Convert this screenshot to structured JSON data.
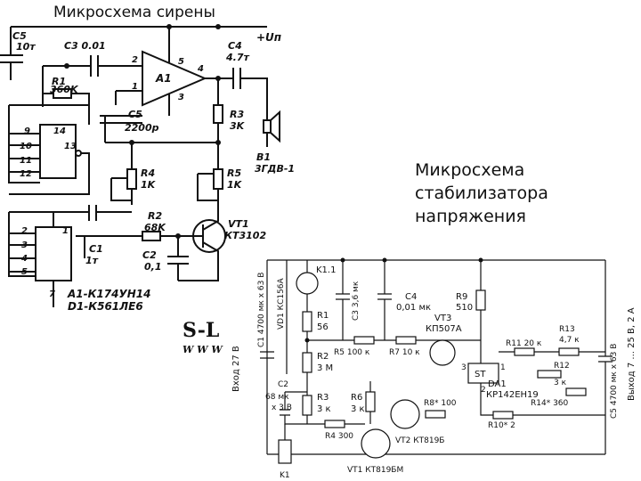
{
  "titles": {
    "siren": "Микросхема сирены",
    "stabilizer_line1": "Микросхема",
    "stabilizer_line2": "стабилизатора",
    "stabilizer_line3": "напряжения"
  },
  "siren": {
    "c5": "C5",
    "c5_val": "10т",
    "c3": "C3 0.01",
    "supply": "+Uп",
    "c4": "C4",
    "c4_val": "4.7т",
    "r1": "R1",
    "r1_val": "360K",
    "a1": "A1",
    "c5b": "C5",
    "c5b_val": "2200р",
    "r3": "R3",
    "r3_val": "3K",
    "b1": "B1",
    "b1_val": "3ГДВ-1",
    "r4": "R4",
    "r4_val": "1K",
    "r5": "R5",
    "r5_val": "1K",
    "r2": "R2",
    "r2_val": "68K",
    "vt1": "VT1",
    "vt1_val": "КТ3102",
    "c1": "C1",
    "c1_val": "1т",
    "c2": "C2",
    "c2_val": "0,1",
    "pin_1": "1",
    "pin_2": "2",
    "pin_3": "3",
    "pin_4": "4",
    "pin_5": "5",
    "pin_7": "7",
    "pin_9": "9",
    "pin_10": "10",
    "pin_11": "11",
    "pin_12": "12",
    "pin_13": "13",
    "pin_14": "14",
    "legend_a1": "A1-К174УН14",
    "legend_d1": "D1-К561ЛЕ6",
    "watermark": "S-L",
    "watermark_url": "W W W . S"
  },
  "stab": {
    "c1": "C1 4700 мк х 63 В",
    "vd1": "VD1 КС156А",
    "k11": "K1.1",
    "c3": "C3 3,6 мк",
    "c4": "C4",
    "c4_val": "0,01 мк",
    "r9": "R9",
    "r9_val": "510",
    "r1": "R1",
    "r1_val": "56",
    "vt3": "VT3",
    "vt3_val": "КП507А",
    "r5": "R5 100 к",
    "r7": "R7 10 к",
    "r11": "R11 20 к",
    "r13": "R13",
    "r13_val": "4,7 к",
    "c5": "C5 4700 мк х 63 В",
    "r2": "R2",
    "r2_val": "3 М",
    "da1": "DA1",
    "da1_val": "КР142ЕН19",
    "st": "ST",
    "r12": "R12",
    "r12_val": "3 к",
    "r14": "R14* 360",
    "in": "Вход 27 В",
    "out": "Выход 7 ... 25 В, 2 А",
    "c2": "C2",
    "c2_val": "68 мк",
    "c2_val2": "х 3 В",
    "r3": "R3",
    "r3_val": "3 к",
    "r6": "R6",
    "r6_val": "3 к",
    "r8": "R8* 100",
    "r10": "R10* 2",
    "r4": "R4 300",
    "vt2": "VT2 КТ819Б",
    "vt1": "VT1 КТ819БМ",
    "k1": "K1",
    "pin3": "3",
    "pin1": "1",
    "pin2": "2"
  }
}
